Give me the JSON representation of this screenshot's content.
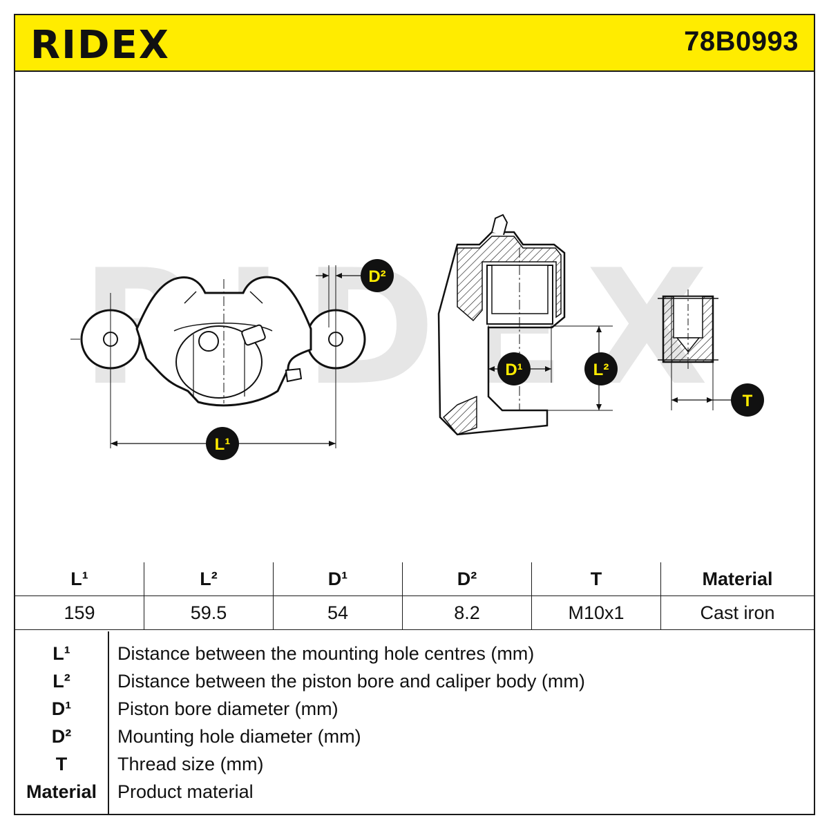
{
  "header": {
    "brand": "RIDEX",
    "part_number": "78B0993",
    "accent_color": "#ffec00"
  },
  "diagram": {
    "watermark": "RIDEX",
    "callouts": {
      "l1": "L¹",
      "l2": "L²",
      "d1": "D¹",
      "d2": "D²",
      "t": "T"
    }
  },
  "specs": {
    "columns": [
      "L¹",
      "L²",
      "D¹",
      "D²",
      "T",
      "Material"
    ],
    "values": [
      "159",
      "59.5",
      "54",
      "8.2",
      "M10x1",
      "Cast iron"
    ]
  },
  "legend": [
    {
      "key": "L¹",
      "desc": "Distance between the mounting hole centres (mm)"
    },
    {
      "key": "L²",
      "desc": "Distance between the piston bore and caliper body (mm)"
    },
    {
      "key": "D¹",
      "desc": "Piston bore diameter (mm)"
    },
    {
      "key": "D²",
      "desc": "Mounting hole diameter (mm)"
    },
    {
      "key": "T",
      "desc": "Thread size (mm)"
    },
    {
      "key": "Material",
      "desc": "Product material"
    }
  ]
}
